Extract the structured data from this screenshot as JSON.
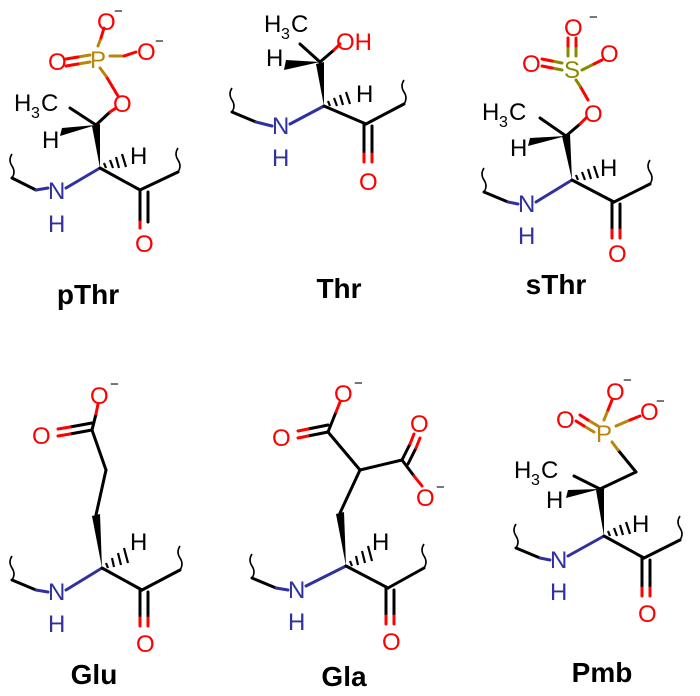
{
  "colors": {
    "carbon": "#000000",
    "oxygen": "#ff0000",
    "nitrogen": "#3030a0",
    "phosphorus": "#b8860b",
    "sulfur": "#8a8a00"
  },
  "atoms": {
    "oxygen": "O",
    "nitrogen": "N",
    "hydrogen": "H",
    "phosphorus": "P",
    "sulfur": "S",
    "methyl": "H",
    "methyl_c": "C",
    "methyl_sub": "3",
    "hydroxyl": "OH",
    "minus": "−"
  },
  "molecules": [
    {
      "name": "pThr"
    },
    {
      "name": "Thr"
    },
    {
      "name": "sThr"
    },
    {
      "name": "Glu"
    },
    {
      "name": "Gla"
    },
    {
      "name": "Pmb"
    }
  ]
}
